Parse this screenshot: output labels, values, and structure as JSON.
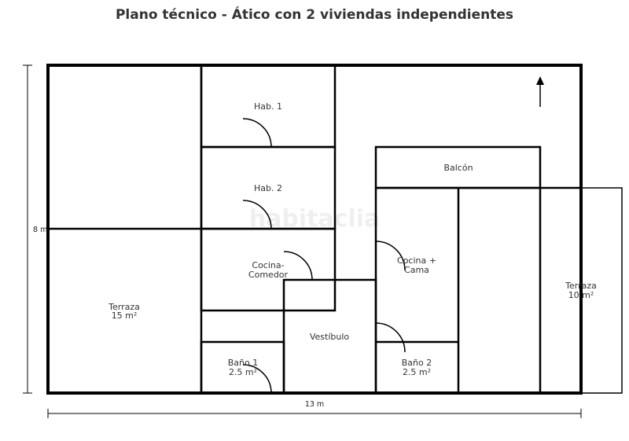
{
  "title": "Plano técnico - Ático con 2 viviendas independientes",
  "watermark": "habitaclia",
  "dimensions": {
    "height_label": "8 m",
    "width_label": "13 m"
  },
  "rooms": {
    "hab1": {
      "name": "Hab. 1"
    },
    "hab2": {
      "name": "Hab. 2"
    },
    "cocina_comedor": {
      "line1": "Cocina-",
      "line2": "Comedor"
    },
    "terraza_left": {
      "name": "Terraza",
      "area": "15 m²"
    },
    "bano1": {
      "name": "Baño 1",
      "area": "2.5 m²"
    },
    "vestibulo": {
      "name": "Vestíbulo"
    },
    "balcon": {
      "name": "Balcón"
    },
    "cocina_cama": {
      "line1": "Cocina +",
      "line2": "Cama"
    },
    "bano2": {
      "name": "Baño 2",
      "area": "2.5 m²"
    },
    "terraza_right": {
      "name": "Terraza",
      "area": "10 m²"
    }
  },
  "north_arrow": "north-arrow-icon"
}
